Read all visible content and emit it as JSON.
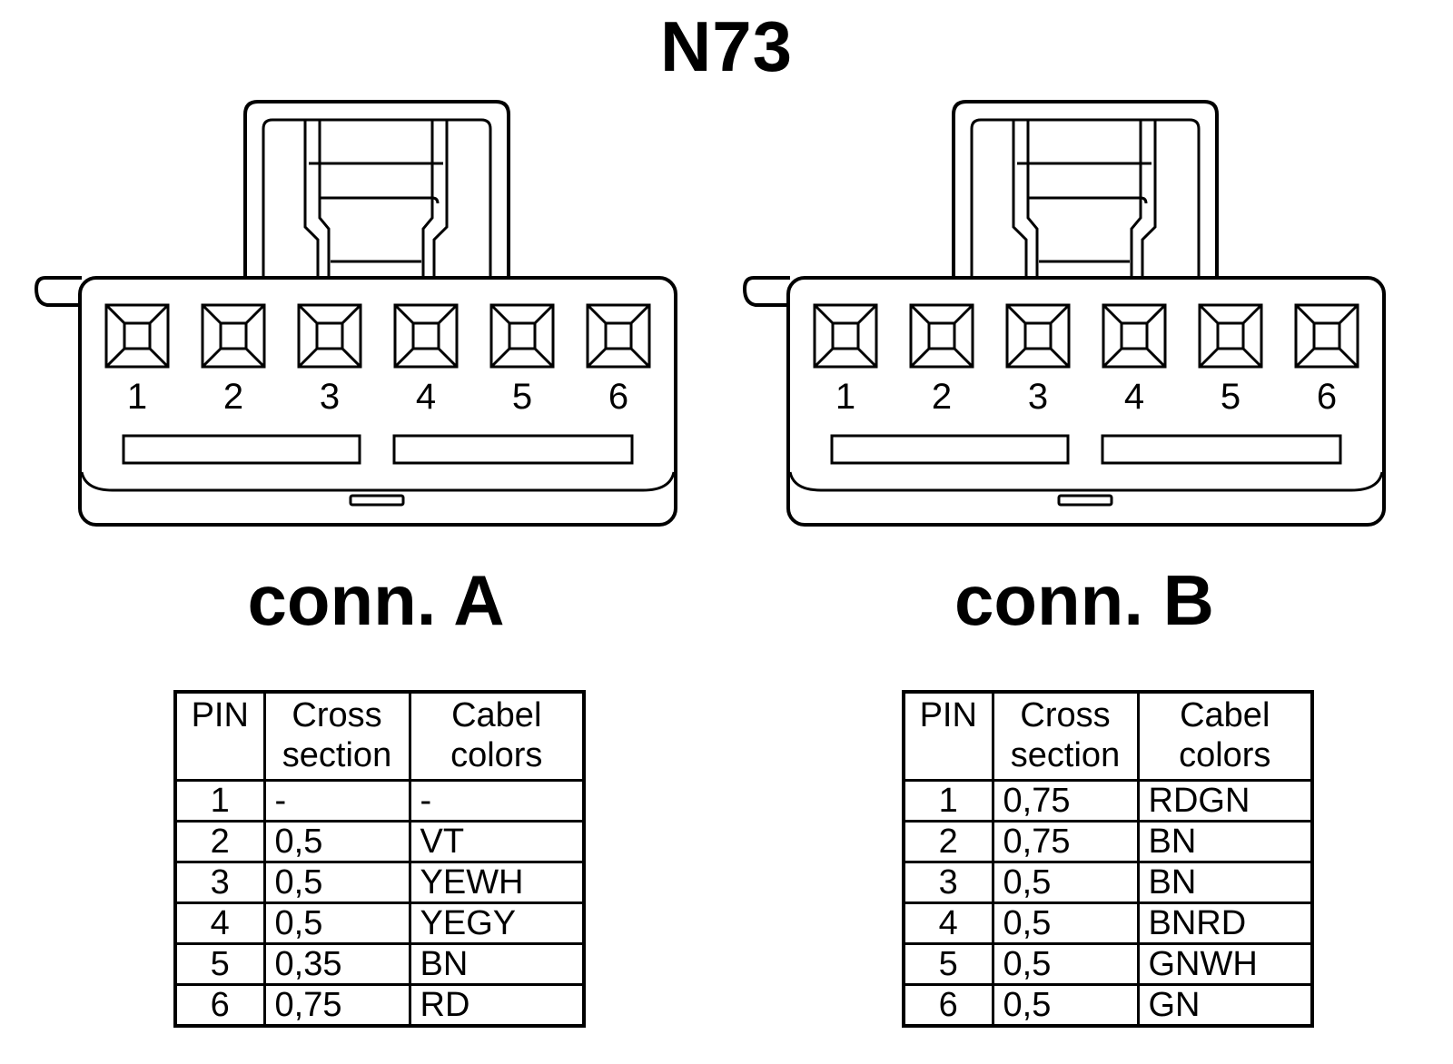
{
  "title": "N73",
  "connectors": [
    {
      "label": "conn. A",
      "pins": [
        "1",
        "2",
        "3",
        "4",
        "5",
        "6"
      ],
      "table": {
        "headers": [
          "PIN",
          "Cross section",
          "Cabel colors"
        ],
        "rows": [
          [
            "1",
            "-",
            "-"
          ],
          [
            "2",
            "0,5",
            "VT"
          ],
          [
            "3",
            "0,5",
            "YEWH"
          ],
          [
            "4",
            "0,5",
            "YEGY"
          ],
          [
            "5",
            "0,35",
            "BN"
          ],
          [
            "6",
            "0,75",
            "RD"
          ]
        ]
      }
    },
    {
      "label": "conn. B",
      "pins": [
        "1",
        "2",
        "3",
        "4",
        "5",
        "6"
      ],
      "table": {
        "headers": [
          "PIN",
          "Cross section",
          "Cabel colors"
        ],
        "rows": [
          [
            "1",
            "0,75",
            "RDGN"
          ],
          [
            "2",
            "0,75",
            "BN"
          ],
          [
            "3",
            "0,5",
            "BN"
          ],
          [
            "4",
            "0,5",
            "BNRD"
          ],
          [
            "5",
            "0,5",
            "GNWH"
          ],
          [
            "6",
            "0,5",
            "GN"
          ]
        ]
      }
    }
  ]
}
